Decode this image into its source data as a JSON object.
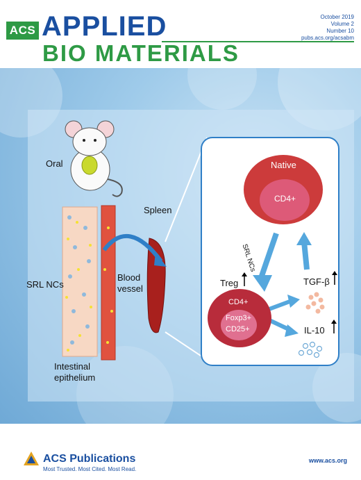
{
  "journal": {
    "acs": "ACS",
    "applied": "APPLIED",
    "bio_materials": "BIO MATERIALS",
    "month": "October 2019",
    "volume": "Volume 2",
    "number": "Number 10",
    "site": "pubs.acs.org/acsabm"
  },
  "figure": {
    "oral": "Oral",
    "srl_ncs": "SRL NCs",
    "intestinal_epithelium_1": "Intestinal",
    "intestinal_epithelium_2": "epithelium",
    "blood_vessel_1": "Blood",
    "blood_vessel_2": "vessel",
    "spleen": "Spleen",
    "native": "Native",
    "cd4": "CD4+",
    "arrow_srl": "SRL NCs",
    "treg": "Treg",
    "tgf": "TGF-β",
    "il10": "IL-10",
    "treg_cd4": "CD4+",
    "foxp3": "Foxp3+",
    "cd25": "CD25+"
  },
  "footer": {
    "publisher": "ACS Publications",
    "tagline": "Most Trusted. Most Cited. Most Read.",
    "url": "www.acs.org"
  }
}
